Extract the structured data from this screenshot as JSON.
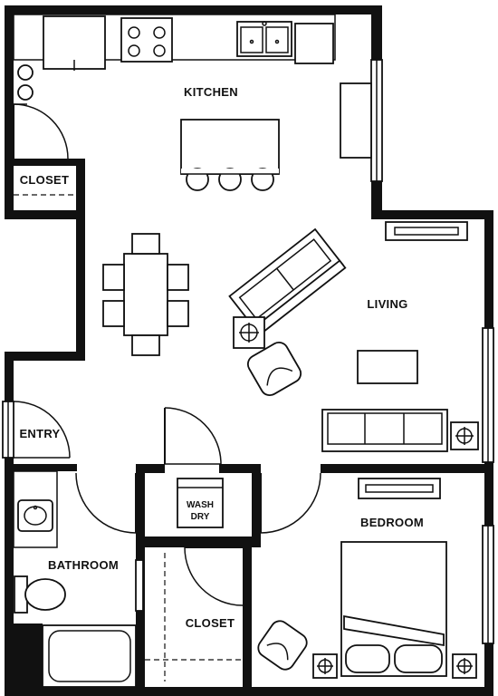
{
  "floor_plan": {
    "rooms": {
      "kitchen": "KITCHEN",
      "living": "LIVING",
      "closet_kitchen": "CLOSET",
      "entry": "ENTRY",
      "bathroom": "BATHROOM",
      "closet_bedroom": "CLOSET",
      "bedroom": "BEDROOM"
    },
    "laundry": {
      "line1": "WASH",
      "line2": "DRY"
    }
  },
  "colors": {
    "wall": "#111111",
    "background": "#ffffff"
  }
}
